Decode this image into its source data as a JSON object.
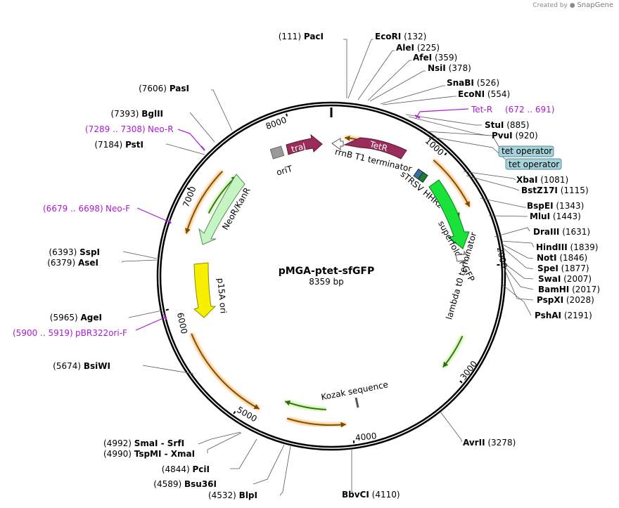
{
  "header": {
    "credit_prefix": "Created by",
    "credit_brand": "SnapGene"
  },
  "plasmid": {
    "name": "pMGA-ptet-sfGFP",
    "size_label": "8359 bp",
    "length": 8359
  },
  "ticks": [
    "1000",
    "2000",
    "3000",
    "4000",
    "5000",
    "6000",
    "7000",
    "8000"
  ],
  "enzymes": [
    {
      "name": "PacI",
      "pos": "(111)"
    },
    {
      "name": "EcoRI",
      "pos": "(132)"
    },
    {
      "name": "AleI",
      "pos": "(225)"
    },
    {
      "name": "AfeI",
      "pos": "(359)"
    },
    {
      "name": "NsiI",
      "pos": "(378)"
    },
    {
      "name": "SnaBI",
      "pos": "(526)"
    },
    {
      "name": "EcoNI",
      "pos": "(554)"
    },
    {
      "name": "StuI",
      "pos": "(885)"
    },
    {
      "name": "PvuI",
      "pos": "(920)"
    },
    {
      "name": "XbaI",
      "pos": "(1081)"
    },
    {
      "name": "BstZ17I",
      "pos": "(1115)"
    },
    {
      "name": "BspEI",
      "pos": "(1343)"
    },
    {
      "name": "MluI",
      "pos": "(1443)"
    },
    {
      "name": "DraIII",
      "pos": "(1631)"
    },
    {
      "name": "HindIII",
      "pos": "(1839)"
    },
    {
      "name": "NotI",
      "pos": "(1846)"
    },
    {
      "name": "SpeI",
      "pos": "(1877)"
    },
    {
      "name": "SwaI",
      "pos": "(2007)"
    },
    {
      "name": "BamHI",
      "pos": "(2017)"
    },
    {
      "name": "PspXI",
      "pos": "(2028)"
    },
    {
      "name": "PshAI",
      "pos": "(2191)"
    },
    {
      "name": "AvrII",
      "pos": "(3278)"
    },
    {
      "name": "BbvCI",
      "pos": "(4110)"
    },
    {
      "name": "BlpI",
      "pos": "(4532)"
    },
    {
      "name": "Bsu36I",
      "pos": "(4589)"
    },
    {
      "name": "PciI",
      "pos": "(4844)"
    },
    {
      "name": "TspMI",
      "pos": "(4990)",
      "extra": "- XmaI"
    },
    {
      "name": "SmaI",
      "pos": "(4992)",
      "extra": "- SrfI"
    },
    {
      "name": "BsiWI",
      "pos": "(5674)"
    },
    {
      "name": "AgeI",
      "pos": "(5965)"
    },
    {
      "name": "AseI",
      "pos": "(6379)"
    },
    {
      "name": "SspI",
      "pos": "(6393)"
    },
    {
      "name": "PstI",
      "pos": "(7184)"
    },
    {
      "name": "BglII",
      "pos": "(7393)"
    },
    {
      "name": "PasI",
      "pos": "(7606)"
    }
  ],
  "primers": [
    {
      "name": "Tet-R",
      "range": "(672 .. 691)"
    },
    {
      "name": "Neo-R",
      "range": "(7289 .. 7308)"
    },
    {
      "name": "Neo-F",
      "range": "(6679 .. 6698)"
    },
    {
      "name": "pBR322ori-F",
      "range": "(5900 .. 5919)"
    }
  ],
  "operators": [
    "tet operator",
    "tet operator"
  ],
  "features": {
    "tetR": "TetR",
    "traJ": "traJ",
    "oriT": "oriT",
    "rrnB": "rrnB T1 terminator",
    "sTRSV": "sTRSV HHRz",
    "sfGFP": "superfolder GFP",
    "lambda": "lambda t0 terminator",
    "kozak": "Kozak sequence",
    "neo": "NeoR/KanR",
    "p15a": "p15A ori"
  },
  "colors": {
    "backbone": "#000000",
    "orf_halo": "#f3b25a",
    "orf_line": "#7a4a00",
    "gfp": "#19e23a",
    "tetR": "#9a2c5c",
    "neo": "#c6f5c4",
    "ori": "#f6f000",
    "primer": "#a81bd6",
    "operator": "#a6d3db"
  }
}
